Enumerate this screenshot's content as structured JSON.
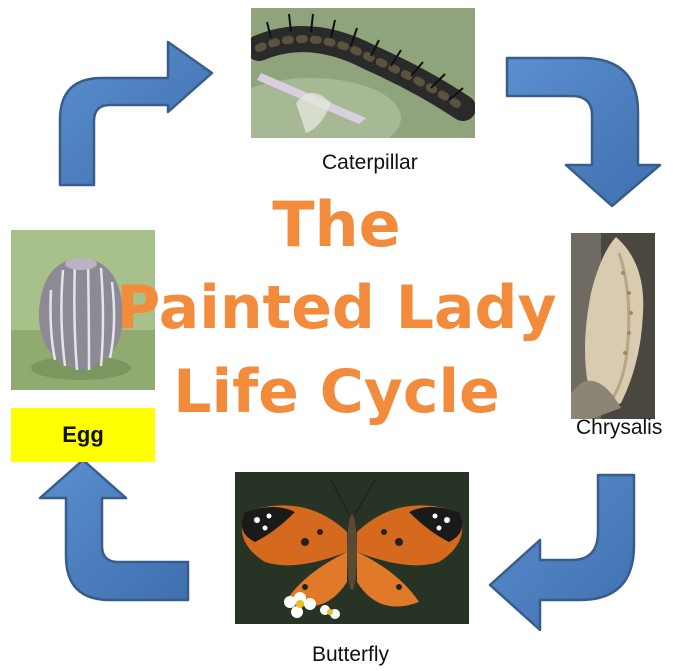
{
  "title": {
    "line1": "The",
    "line2": "Painted Lady",
    "line3": "Life Cycle"
  },
  "stages": {
    "caterpillar": "Caterpillar",
    "chrysalis": "Chrysalis",
    "butterfly": "Butterfly",
    "egg": "Egg"
  },
  "colors": {
    "title": "#f28c3c",
    "arrow_fill": "#4f81bd",
    "arrow_stroke": "#385d8a",
    "egg_label_bg": "#ffff00"
  },
  "icons": [
    "caterpillar-photo",
    "chrysalis-photo",
    "butterfly-photo",
    "egg-photo",
    "curved-arrow-icon"
  ]
}
